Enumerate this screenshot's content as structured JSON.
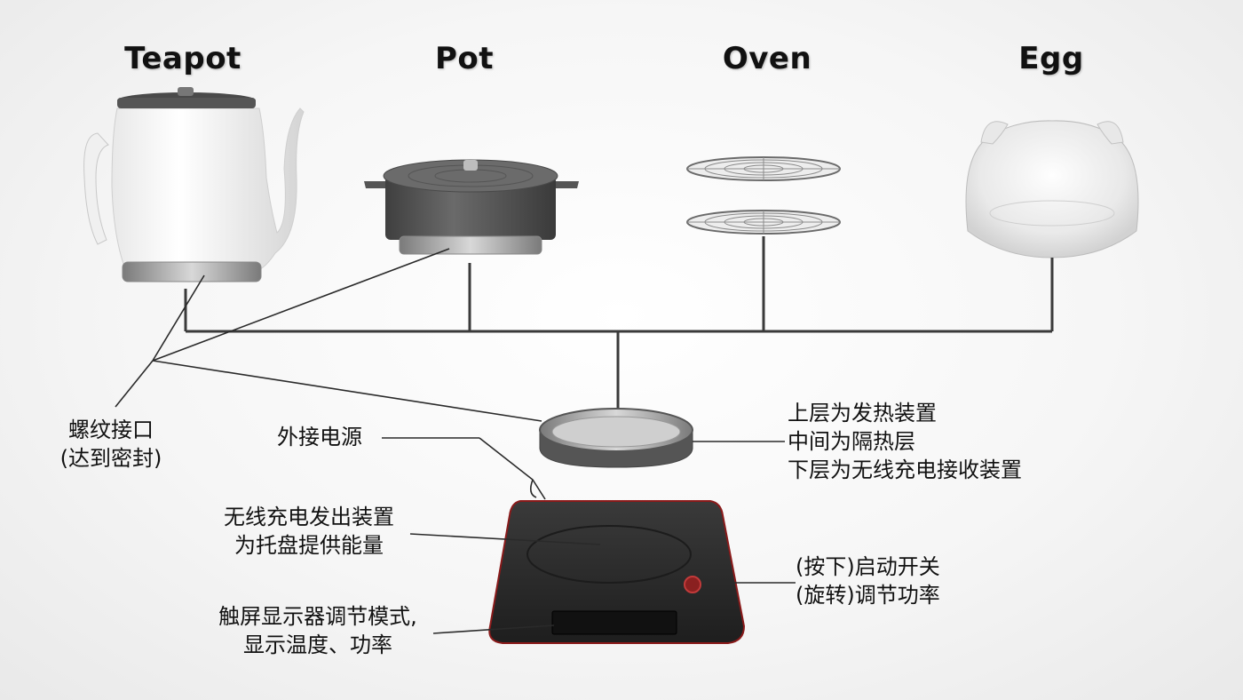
{
  "accessories": [
    {
      "name": "Teapot"
    },
    {
      "name": "Pot"
    },
    {
      "name": "Oven"
    },
    {
      "name": "Egg"
    }
  ],
  "annotations": {
    "thread_interface": {
      "line1": "螺纹接口",
      "line2": "(达到密封)"
    },
    "external_power": {
      "line1": "外接电源"
    },
    "tray_layers": {
      "line1": "上层为发热装置",
      "line2": "中间为隔热层",
      "line3": "下层为无线充电接收装置"
    },
    "wireless_transmitter": {
      "line1": "无线充电发出装置",
      "line2": "为托盘提供能量"
    },
    "switch": {
      "line1": "(按下)启动开关",
      "line2": "(旋转)调节功率"
    },
    "touchscreen": {
      "line1": "触屏显示器调节模式,",
      "line2": "显示温度、功率"
    }
  },
  "colors": {
    "line": "#3a3a3a",
    "base_body": "#2b2b2b",
    "base_edge": "#8a1a1a",
    "metal": "#9a9a9a",
    "pot_body": "#5a5a5a",
    "button": "#c23a3a"
  }
}
